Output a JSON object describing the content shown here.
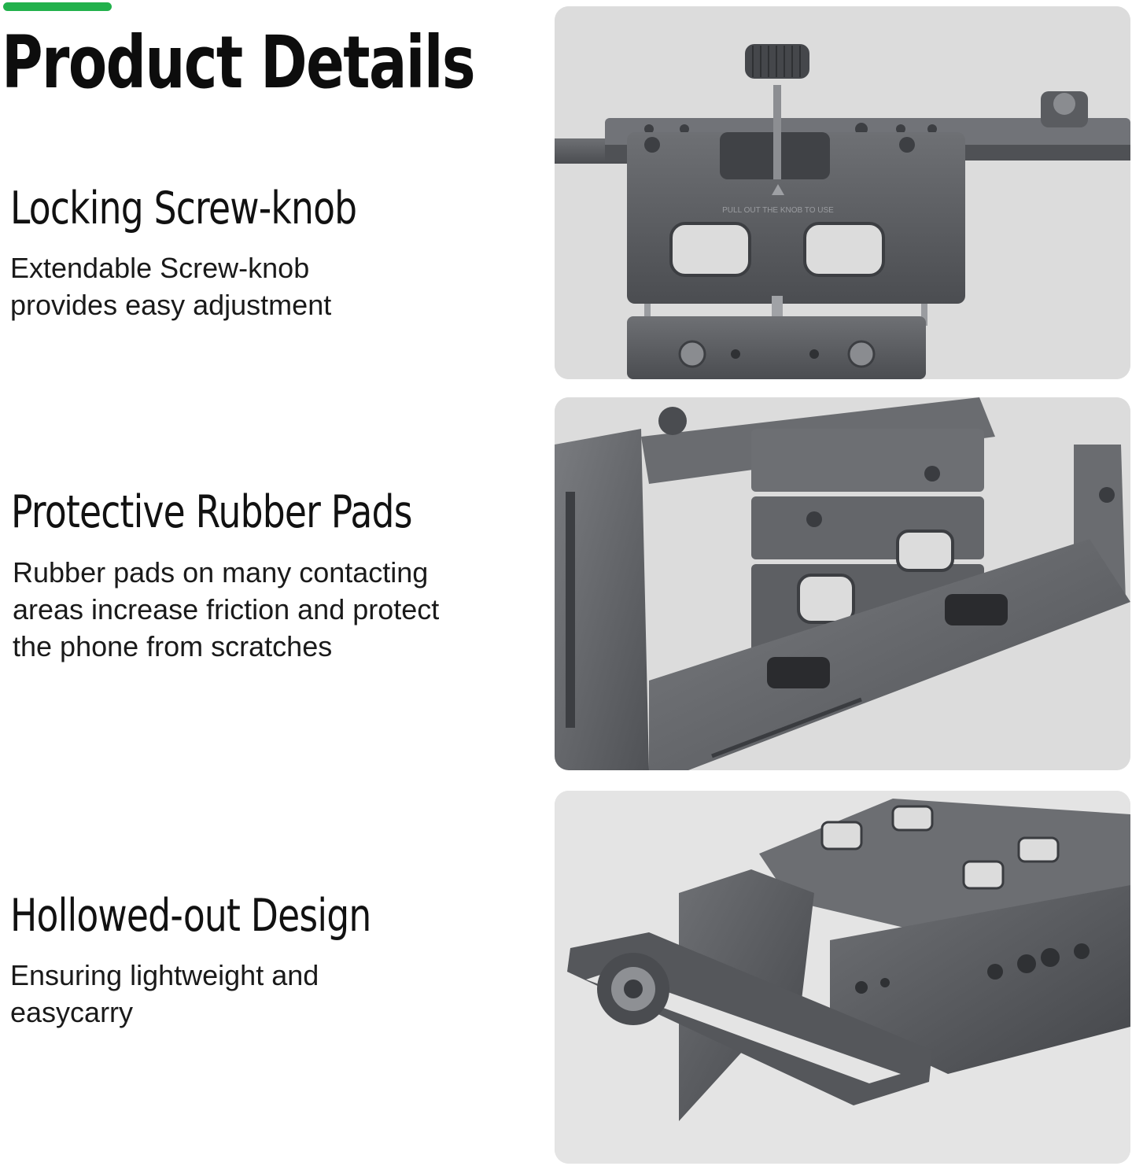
{
  "page_title": "Product Details",
  "colors": {
    "accent": "#22b14c",
    "photo_bg": "#dcdcdc",
    "metal": "#5c5e62"
  },
  "features": [
    {
      "heading": "Locking Screw-knob",
      "description_lines": [
        "Extendable Screw-knob",
        "provides easy adjustment"
      ]
    },
    {
      "heading": "Protective Rubber Pads",
      "description_lines": [
        "Rubber pads on many contacting",
        "areas increase friction and protect",
        "the phone from scratches"
      ]
    },
    {
      "heading": "Hollowed-out Design",
      "description_lines": [
        "Ensuring lightweight and",
        "easycarry"
      ]
    }
  ],
  "photo_1": {
    "engraving": "PULL OUT THE KNOB TO USE"
  }
}
